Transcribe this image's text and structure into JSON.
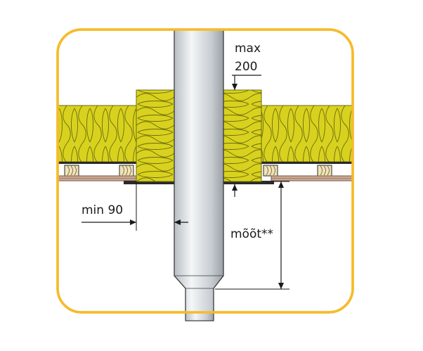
{
  "labels": {
    "max": "max",
    "max_value": "200",
    "min": "min 90",
    "moot": "mõõt**"
  },
  "colors": {
    "frame": "#f6bb2c",
    "insulation": "#d8d21e",
    "insulation_line": "#6c6a10",
    "pipe_light": "#eef0f2",
    "pipe_dark": "#9aa0a6",
    "board": "#c9a792",
    "board_dark": "#7a5b48",
    "line": "#1a1a1a"
  }
}
